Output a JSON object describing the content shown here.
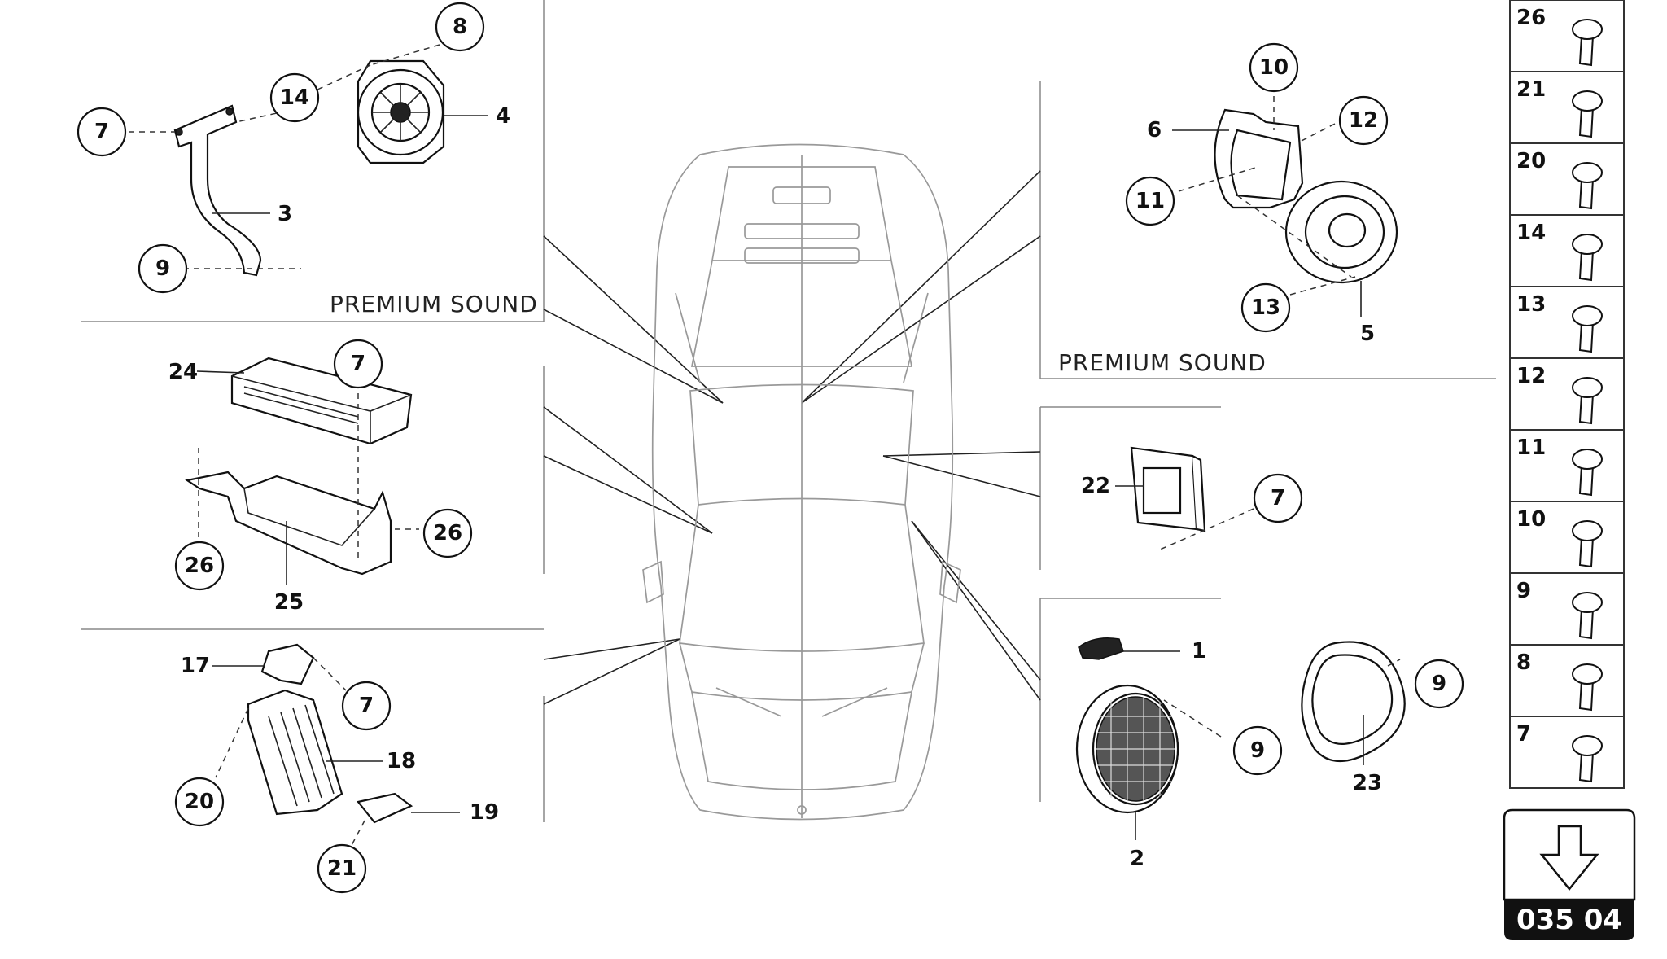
{
  "sections": {
    "premium_sound_left": "PREMIUM SOUND",
    "premium_sound_right": "PREMIUM SOUND"
  },
  "callouts": {
    "c_8": "8",
    "c_14": "14",
    "c_4": "4",
    "c_7a": "7",
    "c_3": "3",
    "c_9a": "9",
    "c_24": "24",
    "c_7b": "7",
    "c_26a": "26",
    "c_26b": "26",
    "c_25": "25",
    "c_17": "17",
    "c_7c": "7",
    "c_18": "18",
    "c_20": "20",
    "c_19": "19",
    "c_21": "21",
    "c_10": "10",
    "c_6": "6",
    "c_12": "12",
    "c_11": "11",
    "c_13": "13",
    "c_5": "5",
    "c_22": "22",
    "c_7d": "7",
    "c_1": "1",
    "c_9b": "9",
    "c_9c": "9",
    "c_2": "2",
    "c_23": "23"
  },
  "fasteners": [
    "26",
    "21",
    "20",
    "14",
    "13",
    "12",
    "11",
    "10",
    "9",
    "8",
    "7"
  ],
  "page_code": "035 04",
  "icons": {
    "arrow": "down-arrow-icon"
  }
}
